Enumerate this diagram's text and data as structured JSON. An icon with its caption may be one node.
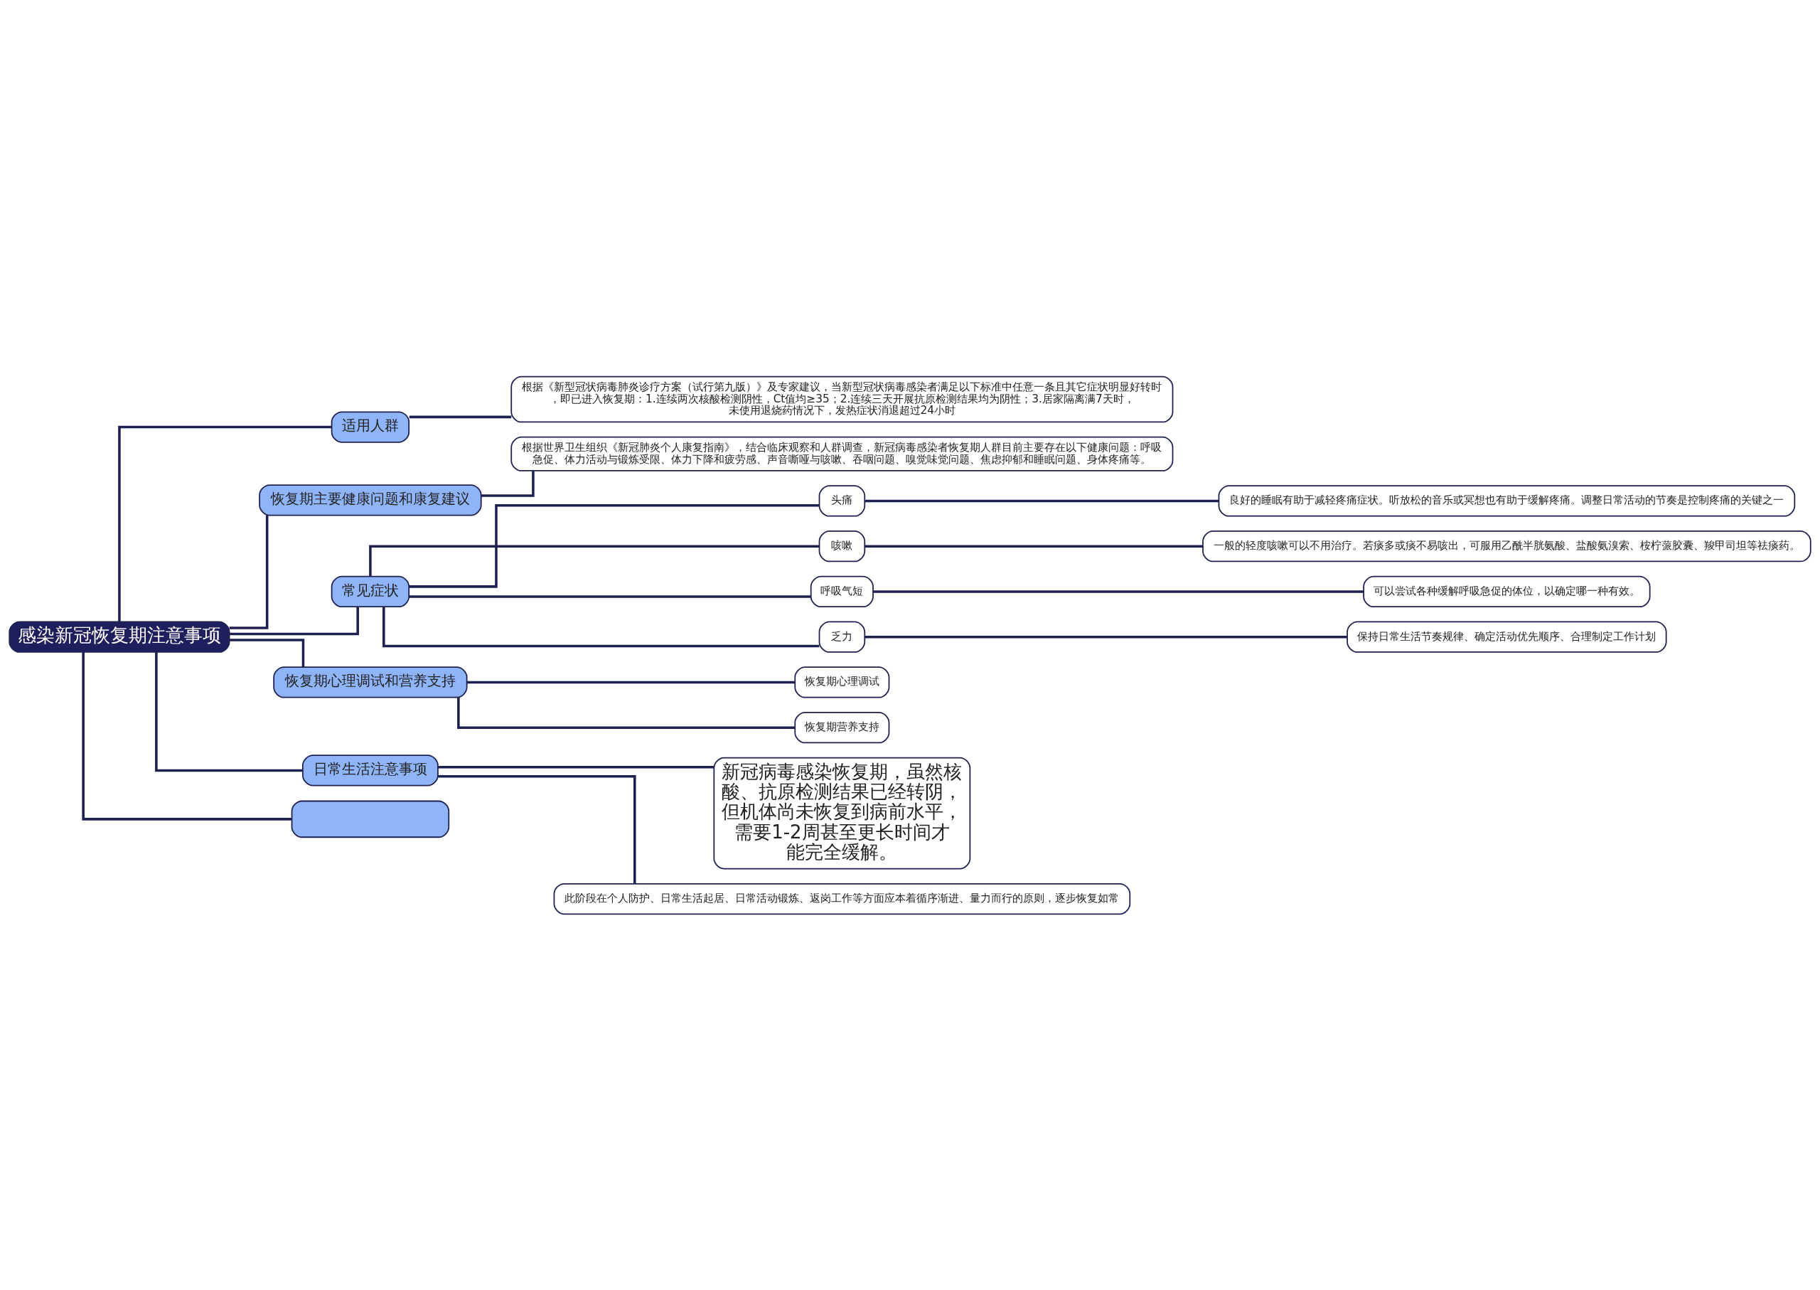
{
  "diagram": {
    "nodes": [
      {
        "text": [
          "感染新冠恢复期注意事项"
        ]
      },
      {
        "text": [
          "适用人群"
        ]
      },
      {
        "text": [
          "根据《新型冠状病毒肺炎诊疗方案（试行第九版）》及专家建议，当新型冠状病毒感染者满足以下标准中任意一条且其它症状明显好转时，即已进入恢复期：1.连续两次核酸检测阴性，Ct值均≥35；2.连续三天开展抗原检测结果均为阴性；3.居家隔离满7天时，未使用退烧药情况下，发热症状消退超过24小时"
        ]
      },
      {
        "text": [
          "恢复期主要健康问题和康复建议"
        ]
      },
      {
        "text": [
          "根据世界卫生组织《新冠肺炎个人康复指南》，结合临床观察和人群调查，新冠病毒感染者恢复期人群目前主要存在以下健康问题：呼吸急促、体力活动与锻炼受限、体力下降和疲劳感、声音嘶哑与咳嗽、吞咽问题、嗅觉味觉问题、焦虑抑郁和睡眠问题、身体疼痛等。"
        ]
      },
      {
        "text": [
          "常见症状"
        ]
      },
      {
        "text": [
          "头痛"
        ]
      },
      {
        "text": [
          "良好的睡眠有助于减轻疼痛症状。听放松的音乐或冥想也有助于缓解疼痛。调整日常活动的节奏是控制疼痛的关键之一"
        ]
      },
      {
        "text": [
          "咳嗽"
        ]
      },
      {
        "text": [
          "一般的轻度咳嗽可以不用治疗。若痰多或痰不易咳出，可服用乙酰半胱氨酸、盐酸氨溴索、桉柠蒎胶囊、羧甲司坦等祛痰药。"
        ]
      },
      {
        "text": [
          "呼吸气短"
        ]
      },
      {
        "text": [
          "可以尝试各种缓解呼吸急促的体位，以确定哪一种有效。"
        ]
      },
      {
        "text": [
          "乏力"
        ]
      },
      {
        "text": [
          "保持日常生活节奏规律、确定活动优先顺序、合理制定工作计划"
        ]
      },
      {
        "text": [
          "恢复期心理调试和营养支持"
        ]
      },
      {
        "text": [
          "恢复期心理调试"
        ]
      },
      {
        "text": [
          "恢复期营养支持"
        ]
      },
      {
        "text": [
          "日常生活注意事项"
        ]
      },
      {
        "text": [
          "新冠病毒感染恢复期，虽然核酸、抗原检测结果已经转阴，但机体尚未恢复到病前水平，需要1-2周甚至更长时间才能完全缓解。"
        ]
      },
      {
        "text": [
          "此阶段在个人防护、日常生活起居、日常活动锻炼、返岗工作等方面应本着循序渐进、量力而行的原则，逐步恢复如常"
        ]
      },
      {
        "text": [],
        "shape": "box"
      }
    ],
    "edges": [
      {
        "from": 0,
        "to": 1,
        "arrow": "none"
      },
      {
        "from": 1,
        "to": 2,
        "arrow": "none"
      },
      {
        "from": 0,
        "to": 3,
        "arrow": "none"
      },
      {
        "from": 3,
        "to": 4,
        "arrow": "none"
      },
      {
        "from": 0,
        "to": 5,
        "arrow": "none"
      },
      {
        "from": 5,
        "to": 6,
        "arrow": "none"
      },
      {
        "from": 6,
        "to": 7,
        "arrow": "none"
      },
      {
        "from": 5,
        "to": 8,
        "arrow": "none"
      },
      {
        "from": 8,
        "to": 9,
        "arrow": "none"
      },
      {
        "from": 5,
        "to": 10,
        "arrow": "none"
      },
      {
        "from": 10,
        "to": 11,
        "arrow": "none"
      },
      {
        "from": 5,
        "to": 12,
        "arrow": "none"
      },
      {
        "from": 12,
        "to": 13,
        "arrow": "none"
      },
      {
        "from": 0,
        "to": 14,
        "arrow": "none"
      },
      {
        "from": 14,
        "to": 15,
        "arrow": "none"
      },
      {
        "from": 14,
        "to": 16,
        "arrow": "none"
      },
      {
        "from": 0,
        "to": 17,
        "arrow": "none"
      },
      {
        "from": 17,
        "to": 18,
        "arrow": "none"
      },
      {
        "from": 17,
        "to": 19,
        "arrow": "none"
      },
      {
        "from": 0,
        "to": 20,
        "arrow": "none"
      }
    ]
  }
}
